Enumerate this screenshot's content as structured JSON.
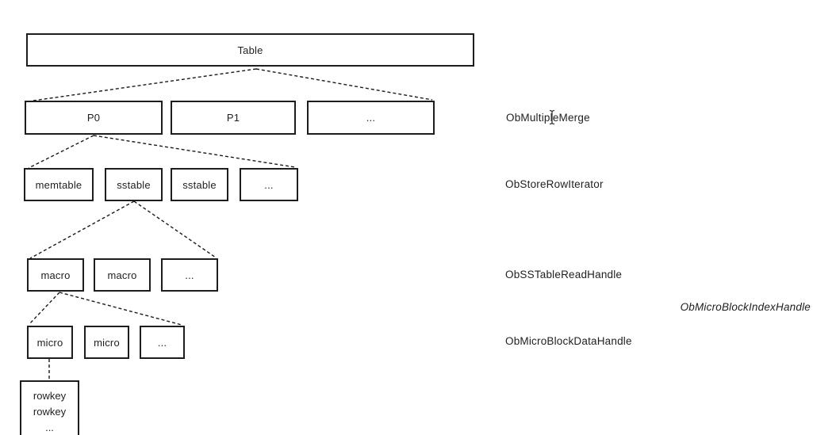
{
  "diagram": {
    "tree": {
      "root": "Table",
      "partitions": [
        "P0",
        "P1",
        "..."
      ],
      "stores": [
        "memtable",
        "sstable",
        "sstable",
        "..."
      ],
      "macro_blocks": [
        "macro",
        "macro",
        "..."
      ],
      "micro_blocks": [
        "micro",
        "micro",
        "..."
      ],
      "rowkey_lines": [
        "rowkey",
        "rowkey",
        "..."
      ]
    },
    "annotations": {
      "multiple_merge": "ObMultipleMerge",
      "store_row_iterator": "ObStoreRowIterator",
      "sstable_read_handle": "ObSSTableReadHandle",
      "micro_block_index_handle": "ObMicroBlockIndexHandle",
      "micro_block_data_handle": "ObMicroBlockDataHandle"
    },
    "colors": {
      "line": "#1a1a1a",
      "border": "#1d1d1d",
      "text": "#1f1f1f",
      "background": "#ffffff"
    }
  }
}
